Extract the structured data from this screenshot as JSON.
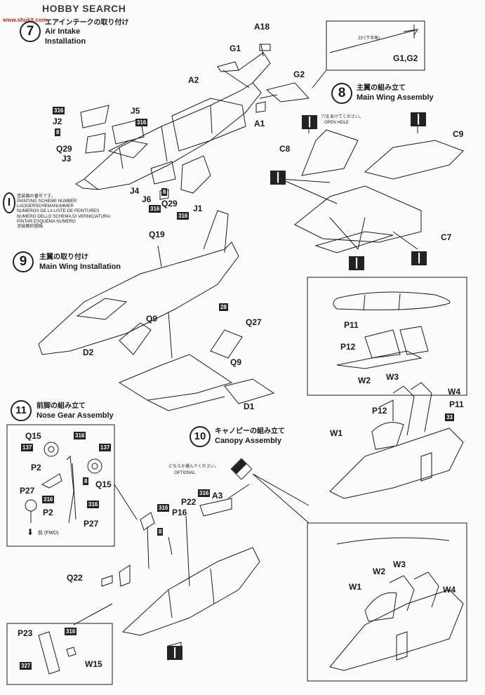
{
  "header": {
    "watermark_logo": "HOBBY SEARCH",
    "watermark_domain": "www.shukit.com"
  },
  "steps": {
    "s7": {
      "num": "7",
      "jp": "エアインテークの取り付け",
      "en_line1": "Air Intake",
      "en_line2": "Installation"
    },
    "s8": {
      "num": "8",
      "jp": "主翼の組み立て",
      "en": "Main Wing Assembly"
    },
    "s9": {
      "num": "9",
      "jp": "主翼の取り付け",
      "en": "Main Wing Installation"
    },
    "s10": {
      "num": "10",
      "jp": "キャノピーの組み立て",
      "en": "Canopy Assembly"
    },
    "s11": {
      "num": "11",
      "jp": "前脚の組み立て",
      "en": "Nose Gear Assembly"
    }
  },
  "paint_note": {
    "symbol": "I",
    "lines": [
      "塗装図の番号です。",
      "PAINTING SCHEME NUMBER",
      "LACKIERSCHEMANUMMER",
      "NUMEROS DE LA LISTE DE PEINTURES",
      "NUMERO DELLO SCHEMA DI VERNICIATURA",
      "PINTAR ESQUEMA NUMERO",
      "涂装图的號碼"
    ]
  },
  "notes": {
    "angle": "23°(下半角)",
    "open_hole_jp": "穴をあけてください。",
    "open_hole_en": "OPEN HOLE",
    "optional_jp": "どちらか選んでください。",
    "optional_en": "OPTIONAL",
    "fwd_label": "前 (FWD)"
  },
  "parts": {
    "A18": "A18",
    "G1": "G1",
    "A2": "A2",
    "G2": "G2",
    "A1": "A1",
    "G1G2": "G1,G2",
    "J2": "J2",
    "J5": "J5",
    "Q29a": "Q29",
    "J3": "J3",
    "J4": "J4",
    "J6": "J6",
    "Q29b": "Q29",
    "J1": "J1",
    "C8": "C8",
    "C9": "C9",
    "C7": "C7",
    "Q19": "Q19",
    "Q9a": "Q9",
    "Q27": "Q27",
    "Q9b": "Q9",
    "D2": "D2",
    "D1": "D1",
    "P11a": "P11",
    "P12a": "P12",
    "W2a": "W2",
    "W3a": "W3",
    "W4a": "W4",
    "P12b": "P12",
    "P11b": "P11",
    "W1a": "W1",
    "Q15a": "Q15",
    "Q15b": "Q15",
    "P2a": "P2",
    "P27a": "P27",
    "P2b": "P2",
    "P27b": "P27",
    "P22": "P22",
    "A3": "A3",
    "P16": "P16",
    "Q22": "Q22",
    "P23": "P23",
    "W15": "W15",
    "W1b": "W1",
    "W2b": "W2",
    "W3b": "W3",
    "W4b": "W4"
  },
  "paint_codes": {
    "c316": "316",
    "c8": "8",
    "c28": "28",
    "c33": "33",
    "c137": "137",
    "c327": "327"
  },
  "colors": {
    "line": "#1a1a1a",
    "paper": "#fbfbf9",
    "tag": "#222222"
  }
}
